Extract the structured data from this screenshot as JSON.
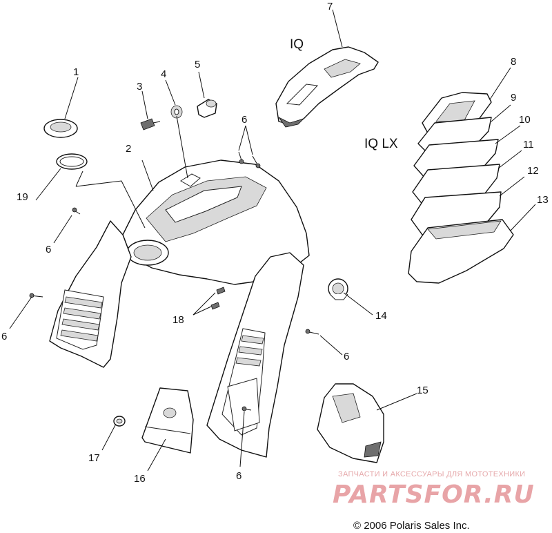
{
  "callouts": [
    "1",
    "2",
    "3",
    "4",
    "5",
    "6",
    "7",
    "8",
    "9",
    "10",
    "11",
    "12",
    "13",
    "14",
    "15",
    "16",
    "17",
    "18",
    "19"
  ],
  "variant_labels": {
    "iq": "IQ",
    "iq_lx": "IQ LX"
  },
  "watermark": {
    "tagline": "ЗАПЧАСТИ И АКСЕССУАРЫ ДЛЯ МОТОТЕХНИКИ",
    "brand": "PARTSFOR.RU"
  },
  "copyright": "© 2006 Polaris Sales Inc."
}
